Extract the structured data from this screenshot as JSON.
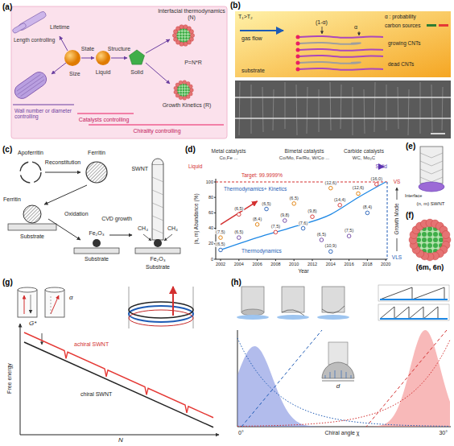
{
  "diagram": {
    "labels": [
      "(a)",
      "Lifetime",
      "Length controlling",
      "Size",
      "Wall number or diameter controlling",
      "State",
      "Liquid",
      "Structure",
      "Solid",
      "Interfacial thermodynamics (N)",
      "P=N*R",
      "Growth Kinetics (R)",
      "Catalysts controlling",
      "Chirality controlling",
      "(b)",
      "T₁>T₂",
      "gas flow",
      "α : probability",
      "(1-α)",
      "α",
      "carbon sources",
      "growing CNTs",
      "dead CNTs",
      "substrate",
      "(c)",
      "Apoferritin",
      "Reconstitution",
      "Ferritin",
      "Ferritin",
      "Substrate",
      "Oxidation",
      "Fe₂O₃",
      "Substrate",
      "CVD growth",
      "SWNT",
      "CH₄",
      "CH₄",
      "Fe₂O₃",
      "Substrate",
      "(d)",
      "Liquid",
      "Metal catalysts",
      "Bimetal catalysts",
      "Carbide catalysts",
      "Solid",
      "Co,Fe ...",
      "Co/Mo, Fe/Ru, W/Co ...",
      "WC, Mo₂C",
      "Target: 99.9999%",
      "Thermodynamics+ Kinetics",
      "Thermodynamics",
      "(n, m) Abundance (%)",
      "0",
      "20",
      "40",
      "60",
      "80",
      "100",
      "2002",
      "2004",
      "2006",
      "2008",
      "2010",
      "2012",
      "2014",
      "2016",
      "2018",
      "2020",
      "Year",
      "VS",
      "Growth Mode",
      "VLS",
      "(7,5)",
      "(6,5)",
      "(6,5)",
      "(6,5)",
      "(8,4)",
      "(6,5)",
      "(7,5)",
      "(9,8)",
      "(6,5)",
      "(7,6)",
      "(9,8)",
      "(6,5)",
      "(12,6)",
      "(10,9)",
      "(14,4)",
      "(7,5)",
      "(12,6)",
      "(8,4)",
      "(16,0)",
      "(e)",
      "Interface",
      "(n, m) SWNT",
      "(f)",
      "(6m, 6n)",
      "(g)",
      "α",
      "G*",
      "achiral SWNT",
      "chiral SWNT",
      "Free energy",
      "N",
      "(h)",
      "d",
      "0°",
      "Chiral angle χ",
      "30°"
    ]
  }
}
